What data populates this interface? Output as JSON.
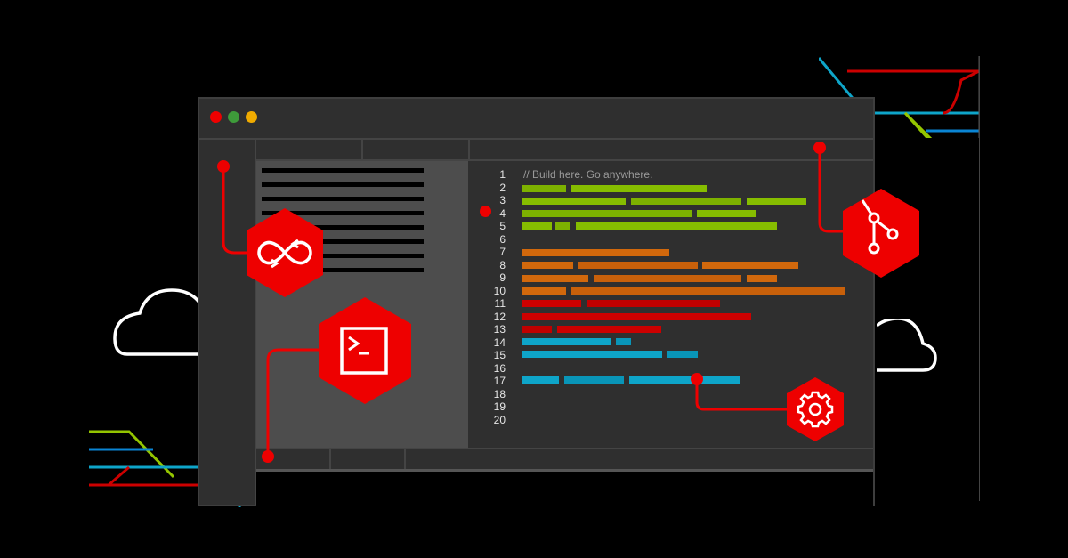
{
  "window": {
    "traffic_lights": [
      {
        "name": "close",
        "color": "#ee0000"
      },
      {
        "name": "maximize",
        "color": "#3e9b3a"
      },
      {
        "name": "minimize",
        "color": "#f0ab00"
      }
    ]
  },
  "editor": {
    "comment": "// Build here. Go anywhere.",
    "line_numbers": [
      "1",
      "2",
      "3",
      "4",
      "5",
      "6",
      "7",
      "8",
      "9",
      "10",
      "11",
      "12",
      "13",
      "14",
      "15",
      "16",
      "17",
      "18",
      "19",
      "20"
    ],
    "breakpoint_line": "4"
  },
  "colors": {
    "accent_red": "#ee0000",
    "green": "#7db100",
    "orange": "#d1680c",
    "red_code": "#cc0000",
    "blue": "#0ea5c9",
    "window_bg": "#2f2f2f",
    "panel_bg": "#4d4d4d"
  },
  "icons": {
    "infinity": "infinity-loop-icon",
    "terminal": "terminal-icon",
    "git": "git-branch-icon",
    "gear": "gear-icon",
    "cloud": "cloud-icon"
  }
}
